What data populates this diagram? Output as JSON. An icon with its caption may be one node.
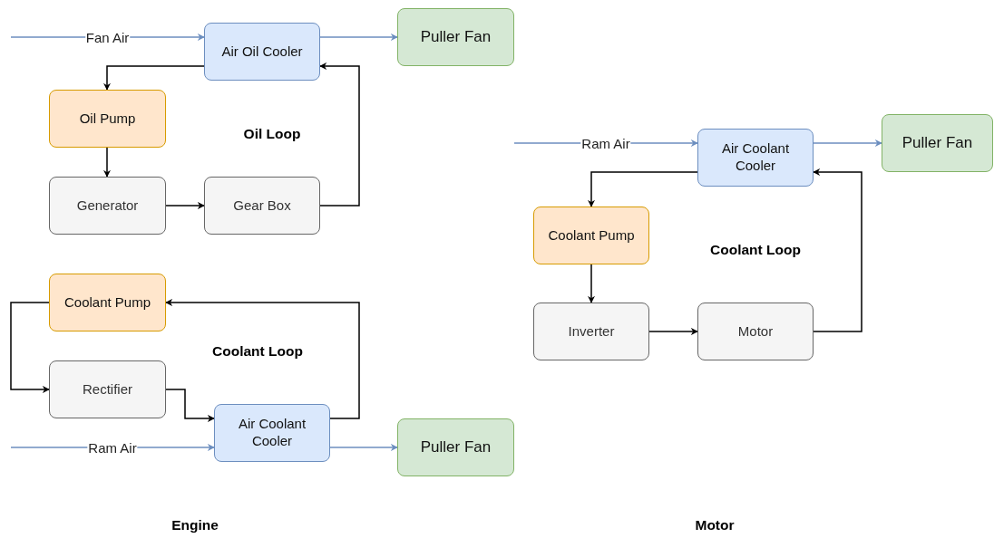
{
  "diagram": {
    "nodes": [
      {
        "text": [
          "Air Oil Cooler"
        ]
      },
      {
        "text": [
          "Puller Fan"
        ]
      },
      {
        "text": [
          "Oil Pump"
        ]
      },
      {
        "text": [
          "Generator"
        ]
      },
      {
        "text": [
          "Gear Box"
        ]
      },
      {
        "text": [
          "Coolant Pump"
        ]
      },
      {
        "text": [
          "Rectifier"
        ]
      },
      {
        "text": [
          "Air Coolant Cooler"
        ]
      },
      {
        "text": [
          "Puller Fan"
        ]
      },
      {
        "text": [
          "Air Coolant Cooler"
        ]
      },
      {
        "text": [
          "Puller Fan"
        ]
      },
      {
        "text": [
          "Coolant Pump"
        ]
      },
      {
        "text": [
          "Inverter"
        ]
      },
      {
        "text": [
          "Motor"
        ]
      }
    ],
    "edges": [
      {
        "from": null,
        "to": 0,
        "arrow": "to",
        "label": "Fan Air",
        "color": "#6c8ebf"
      },
      {
        "from": 0,
        "to": 1,
        "arrow": "to",
        "color": "#6c8ebf"
      },
      {
        "from": 0,
        "to": 2,
        "arrow": "to"
      },
      {
        "from": 2,
        "to": 3,
        "arrow": "to"
      },
      {
        "from": 3,
        "to": 4,
        "arrow": "to"
      },
      {
        "from": 4,
        "to": 0,
        "arrow": "to"
      },
      {
        "from": 7,
        "to": 5,
        "arrow": "to"
      },
      {
        "from": 5,
        "to": 6,
        "arrow": "to"
      },
      {
        "from": 6,
        "to": 7,
        "arrow": "to"
      },
      {
        "from": null,
        "to": 7,
        "arrow": "to",
        "label": "Ram Air",
        "color": "#6c8ebf"
      },
      {
        "from": 7,
        "to": 8,
        "arrow": "to",
        "color": "#6c8ebf"
      },
      {
        "from": null,
        "to": 9,
        "arrow": "to",
        "label": "Ram Air",
        "color": "#6c8ebf"
      },
      {
        "from": 9,
        "to": 10,
        "arrow": "to",
        "color": "#6c8ebf"
      },
      {
        "from": 9,
        "to": 11,
        "arrow": "to"
      },
      {
        "from": 11,
        "to": 12,
        "arrow": "to"
      },
      {
        "from": 12,
        "to": 13,
        "arrow": "to"
      },
      {
        "from": 13,
        "to": 9,
        "arrow": "to"
      }
    ],
    "labels": [
      "Oil Loop",
      "Coolant Loop",
      "Coolant Loop",
      "Engine",
      "Motor"
    ]
  }
}
